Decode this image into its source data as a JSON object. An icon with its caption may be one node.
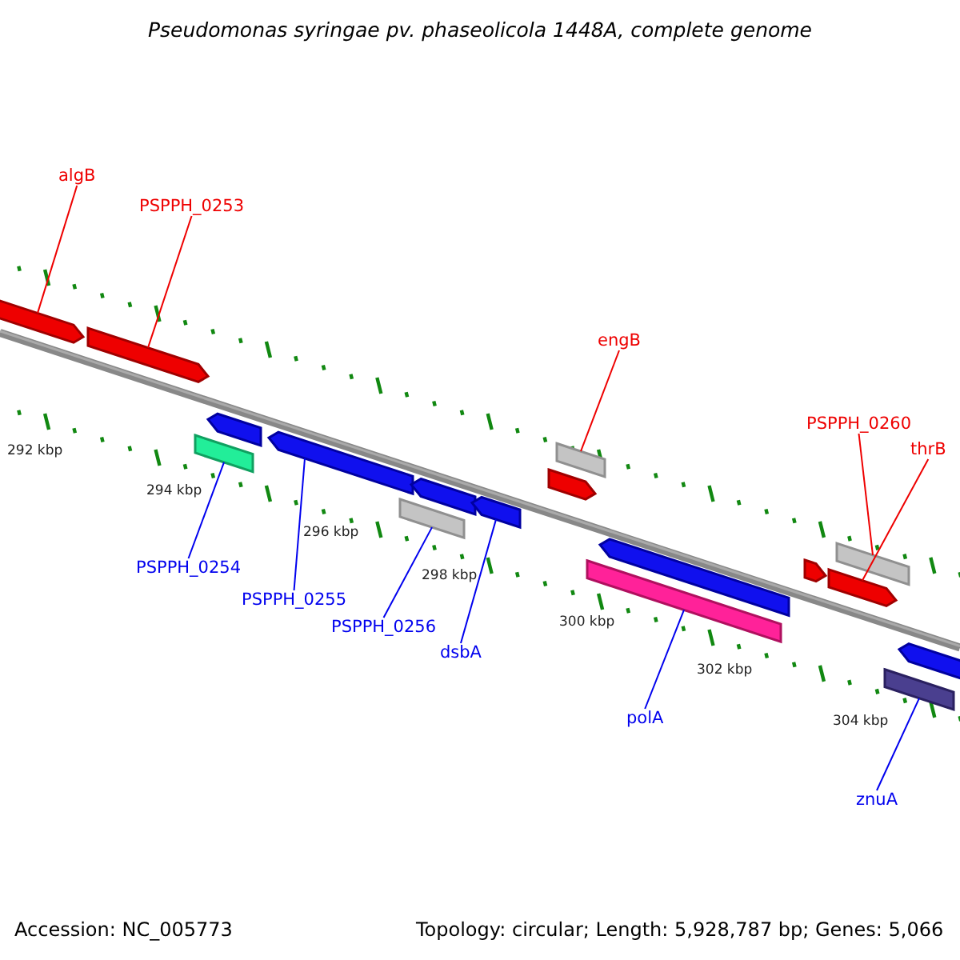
{
  "diagram": {
    "title": "Pseudomonas syringae pv. phaseolicola 1448A, complete genome",
    "nodes": [
      {
        "text": [
          "algB"
        ]
      },
      {
        "text": [
          "PSPPH_0253"
        ]
      },
      {
        "text": [
          "engB"
        ]
      },
      {
        "text": [
          "PSPPH_0260"
        ]
      },
      {
        "text": [
          "thrB"
        ]
      },
      {
        "text": [
          "PSPPH_0254"
        ]
      },
      {
        "text": [
          "PSPPH_0255"
        ]
      },
      {
        "text": [
          "PSPPH_0256"
        ]
      },
      {
        "text": [
          "dsbA"
        ]
      },
      {
        "text": [
          "polA"
        ]
      },
      {
        "text": [
          "znuA"
        ]
      },
      {
        "text": [],
        "shape": "arrow"
      },
      {
        "text": [],
        "shape": "arrow"
      },
      {
        "text": [],
        "shape": "bar"
      },
      {
        "text": [],
        "shape": "arrow"
      },
      {
        "text": [],
        "shape": "bar"
      },
      {
        "text": [],
        "shape": "arrow"
      },
      {
        "text": [],
        "shape": "bar"
      },
      {
        "text": [],
        "shape": "bar"
      },
      {
        "text": [],
        "shape": "bar"
      },
      {
        "text": [],
        "shape": "arrow"
      },
      {
        "text": [],
        "shape": "bar"
      },
      {
        "text": [],
        "shape": "arrow"
      },
      {
        "text": [],
        "shape": "arrow"
      },
      {
        "text": [],
        "shape": "arrow"
      },
      {
        "text": [],
        "shape": "arrow"
      },
      {
        "text": [],
        "shape": "arrow"
      },
      {
        "text": [],
        "shape": "arrow"
      }
    ],
    "edges": [
      {
        "from": 0,
        "to": 11,
        "arrow": "none",
        "color": "#ee0000"
      },
      {
        "from": 1,
        "to": 12,
        "arrow": "none",
        "color": "#ee0000"
      },
      {
        "from": 2,
        "to": 17,
        "arrow": "none",
        "color": "#ee0000"
      },
      {
        "from": 3,
        "to": 19,
        "arrow": "none",
        "color": "#ee0000"
      },
      {
        "from": 4,
        "to": 20,
        "arrow": "none",
        "color": "#ee0000"
      },
      {
        "from": 5,
        "to": 13,
        "arrow": "none"
      },
      {
        "from": 6,
        "to": 14,
        "arrow": "none"
      },
      {
        "from": 7,
        "to": 15,
        "arrow": "none"
      },
      {
        "from": 8,
        "to": 16,
        "arrow": "none"
      },
      {
        "from": 9,
        "to": 18,
        "arrow": "none"
      },
      {
        "from": 10,
        "to": 21,
        "arrow": "none"
      }
    ],
    "labels": [
      "292 kbp",
      "294 kbp",
      "296 kbp",
      "298 kbp",
      "300 kbp",
      "302 kbp",
      "304 kbp",
      "Accession: NC_005773",
      "Topology: circular; Length: 5,928,787 bp; Genes: 5,066"
    ]
  }
}
